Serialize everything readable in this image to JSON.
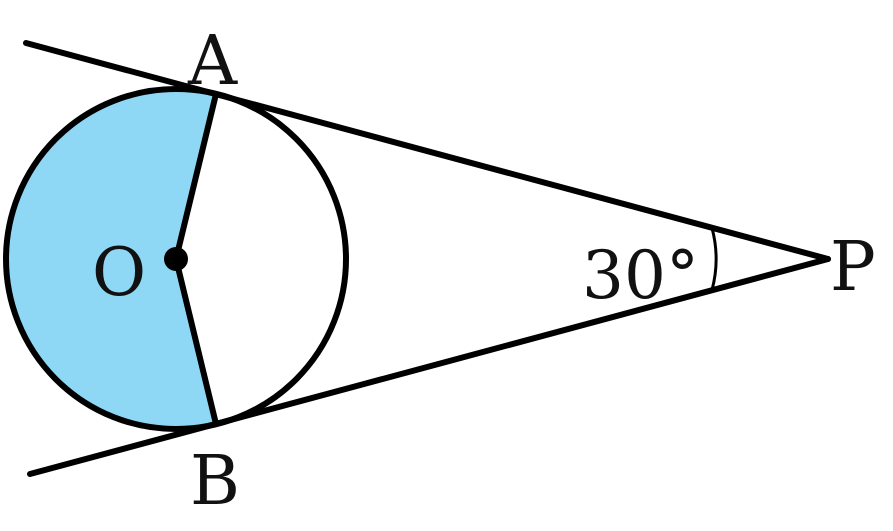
{
  "labels": {
    "point_a": "A",
    "point_b": "B",
    "point_o": "O",
    "point_p": "P",
    "angle": "30°"
  },
  "colors": {
    "shaded_sector": "#8fd8f5",
    "stroke": "#000000",
    "background": "#ffffff"
  }
}
